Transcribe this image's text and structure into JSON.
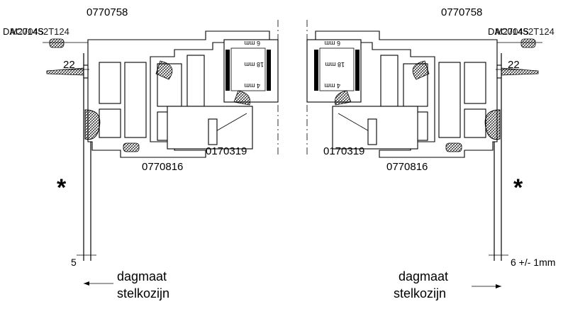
{
  "left": {
    "top_code": "0770758",
    "corner_code": "DAC014S",
    "corner_code_overlap": "M270452T124",
    "screw_label": "22",
    "profile_code_a": "0170319",
    "profile_code_b": "0770816",
    "marker": "*",
    "gap_label": "5",
    "dim_label_1": "dagmaat",
    "dim_label_2": "stelkozijn"
  },
  "right": {
    "top_code": "0770758",
    "corner_code": "DAC014S",
    "corner_code_overlap": "M270452T124",
    "screw_label": "22",
    "profile_code_a": "0170319",
    "profile_code_b": "0770816",
    "marker": "*",
    "gap_label": "6 +/- 1mm",
    "dim_label_1": "dagmaat",
    "dim_label_2": "stelkozijn"
  },
  "glass": {
    "thickness_top": "6 mm",
    "cavity": "18 mm",
    "thickness_bottom": "4 mm"
  }
}
